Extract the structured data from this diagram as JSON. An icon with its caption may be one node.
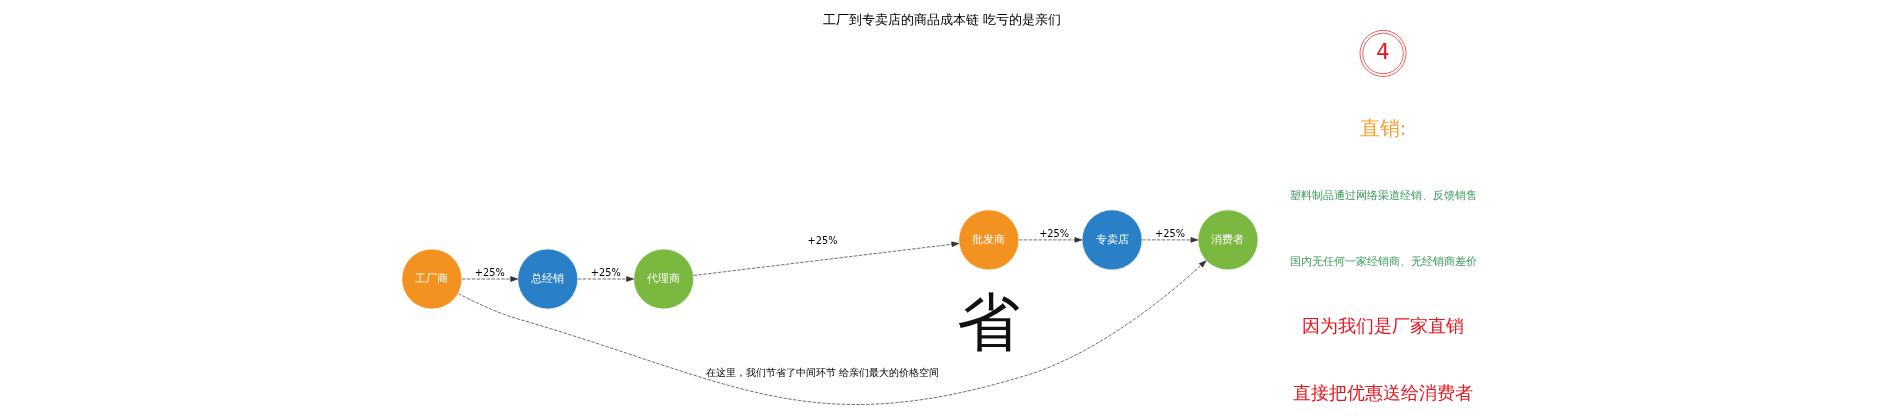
{
  "diagram": {
    "title": "工厂到专卖店的商品成本链 吃亏的是亲们",
    "nodes": [
      {
        "text": [
          "工厂商"
        ]
      },
      {
        "text": [
          "总经销"
        ]
      },
      {
        "text": [
          "代理商"
        ]
      },
      {
        "text": [
          "批发商"
        ]
      },
      {
        "text": [
          "专卖店"
        ]
      },
      {
        "text": [
          "消费者"
        ]
      }
    ],
    "edges": [
      {
        "from": 0,
        "to": 1,
        "arrow": "to",
        "style": "dashed",
        "label": "+25%"
      },
      {
        "from": 1,
        "to": 2,
        "arrow": "to",
        "style": "dashed",
        "label": "+25%"
      },
      {
        "from": 2,
        "to": 3,
        "arrow": "to",
        "style": "dashed",
        "label": "+25%"
      },
      {
        "from": 3,
        "to": 4,
        "arrow": "to",
        "style": "dashed",
        "label": "+25%"
      },
      {
        "from": 4,
        "to": 5,
        "arrow": "to",
        "style": "dashed",
        "label": "+25%"
      },
      {
        "from": 0,
        "to": 5,
        "arrow": "to",
        "style": "dashed",
        "label": "在这里，我们节省了中间环节 给亲们最大的价格空间"
      }
    ],
    "labels": [
      "省",
      "4",
      "直销:",
      "塑料制品通过网络渠道经销、反馈销售",
      "国内无任何一家经销商、无经销商差价",
      "因为我们是厂家直销",
      "直接把优惠送给消费者"
    ]
  }
}
